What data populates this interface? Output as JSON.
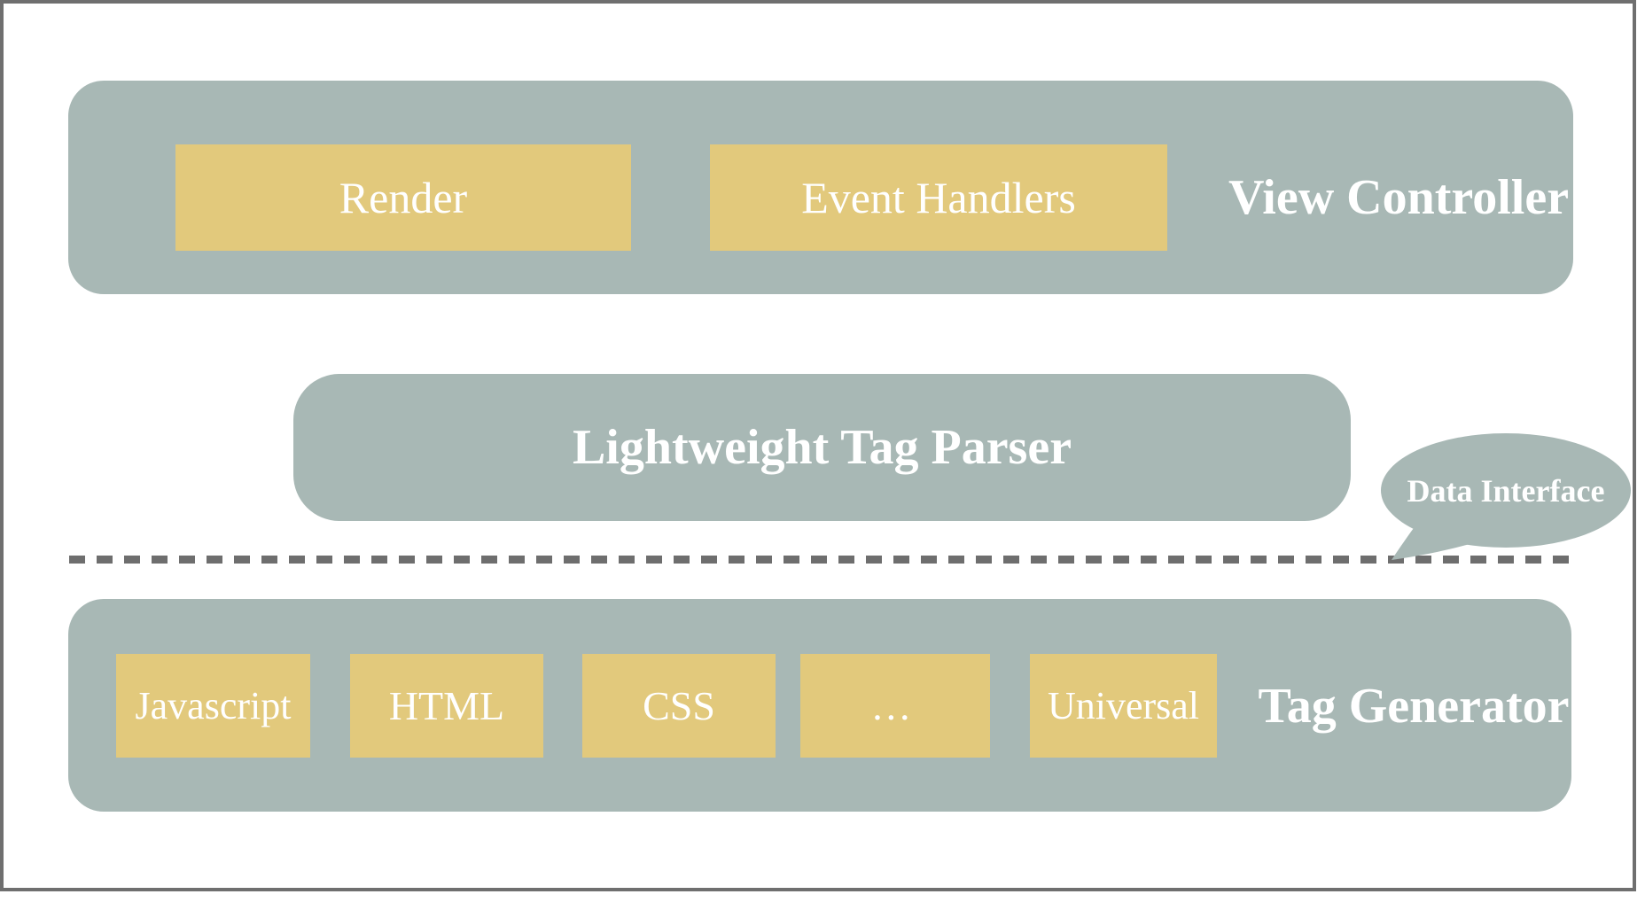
{
  "colors": {
    "sage": "#a8b8b5",
    "gold": "#e2c97c",
    "line_gray": "#6e6e6e",
    "frame_gray": "#6f6f6f",
    "label_white": "#ffffff"
  },
  "view_controller": {
    "title": "View Controller",
    "modules": [
      {
        "label": "Render"
      },
      {
        "label": "Event Handlers"
      }
    ]
  },
  "tag_parser": {
    "title": "Lightweight Tag Parser"
  },
  "data_interface": {
    "title": "Data Interface"
  },
  "tag_generator": {
    "title": "Tag Generator",
    "modules": [
      {
        "label": "Javascript"
      },
      {
        "label": "HTML"
      },
      {
        "label": "CSS"
      },
      {
        "label": "…"
      },
      {
        "label": "Universal"
      }
    ]
  }
}
